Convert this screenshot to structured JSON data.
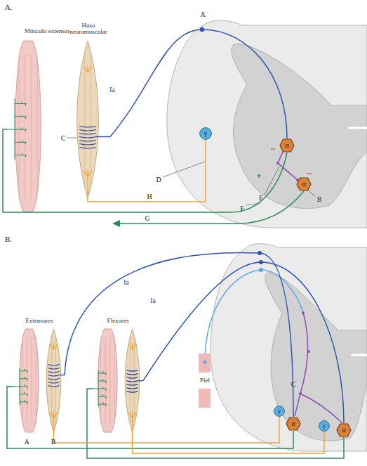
{
  "diagram": {
    "nodes": [
      {
        "text": [
          "Músculo extensor"
        ]
      },
      {
        "text": [
          "Huso neuromuscular"
        ]
      },
      {
        "text": [
          "γ"
        ]
      },
      {
        "text": [
          "α"
        ]
      },
      {
        "text": [
          "α"
        ]
      },
      {
        "text": [
          "Extensores"
        ]
      },
      {
        "text": [
          "Flexores"
        ]
      },
      {
        "text": [
          "Piel"
        ]
      },
      {
        "text": [
          "γ"
        ]
      },
      {
        "text": [
          "α"
        ]
      },
      {
        "text": [
          "γ"
        ]
      },
      {
        "text": [
          "α"
        ]
      }
    ],
    "edges": [
      {
        "from": 1,
        "to": 3,
        "arrow": "none",
        "label": "Ia"
      },
      {
        "from": 2,
        "to": 1,
        "arrow": "none"
      },
      {
        "from": 3,
        "to": 0,
        "arrow": "none"
      },
      {
        "from": 5,
        "to": 9,
        "arrow": "none",
        "label": "Ia"
      },
      {
        "from": 6,
        "to": 11,
        "arrow": "none",
        "label": "Ia"
      },
      {
        "from": 9,
        "to": 5,
        "arrow": "none"
      },
      {
        "from": 11,
        "to": 6,
        "arrow": "none"
      },
      {
        "from": 8,
        "to": 5,
        "arrow": "none"
      },
      {
        "from": 10,
        "to": 6,
        "arrow": "none"
      }
    ],
    "labels": [
      "A.",
      "A",
      "C",
      "D",
      "E",
      "F",
      "B",
      "H",
      "G",
      "B.",
      "A",
      "B",
      "C"
    ]
  }
}
